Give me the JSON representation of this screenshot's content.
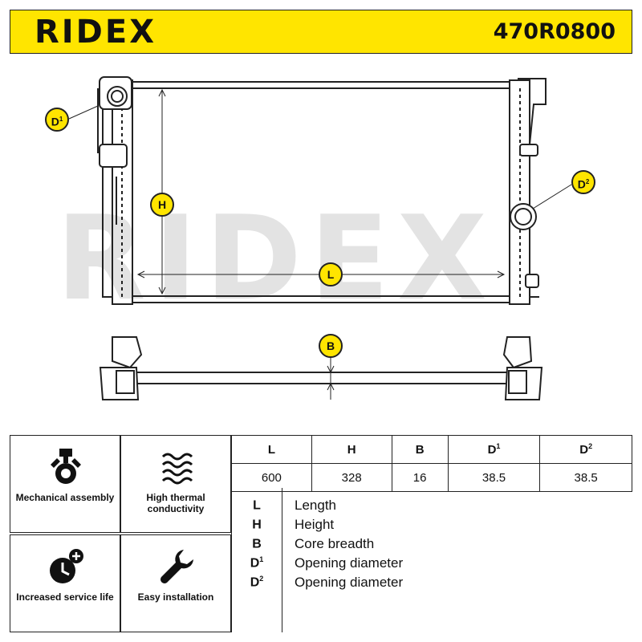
{
  "header": {
    "brand": "RIDEX",
    "part_number": "470R0800",
    "background": "#ffe500"
  },
  "drawing": {
    "watermark": "RIDEX",
    "badges": {
      "D1": "D",
      "D2": "D",
      "H": "H",
      "L": "L",
      "B": "B"
    }
  },
  "features": [
    {
      "icon": "mechanical-assembly-icon",
      "label": "Mechanical assembly"
    },
    {
      "icon": "heat-flow-icon",
      "label": "High thermal conductivity"
    },
    {
      "icon": "clock-plus-icon",
      "label": "Increased service life"
    },
    {
      "icon": "wrench-icon",
      "label": "Easy installation"
    }
  ],
  "dimensions": {
    "headers": [
      "L",
      "H",
      "B",
      "D",
      "D"
    ],
    "header_sups": [
      "",
      "",
      "",
      "1",
      "2"
    ],
    "values": [
      "600",
      "328",
      "16",
      "38.5",
      "38.5"
    ]
  },
  "legend": [
    {
      "code": "L",
      "sup": "",
      "text": "Length"
    },
    {
      "code": "H",
      "sup": "",
      "text": "Height"
    },
    {
      "code": "B",
      "sup": "",
      "text": "Core breadth"
    },
    {
      "code": "D",
      "sup": "1",
      "text": "Opening diameter"
    },
    {
      "code": "D",
      "sup": "2",
      "text": "Opening diameter"
    }
  ]
}
